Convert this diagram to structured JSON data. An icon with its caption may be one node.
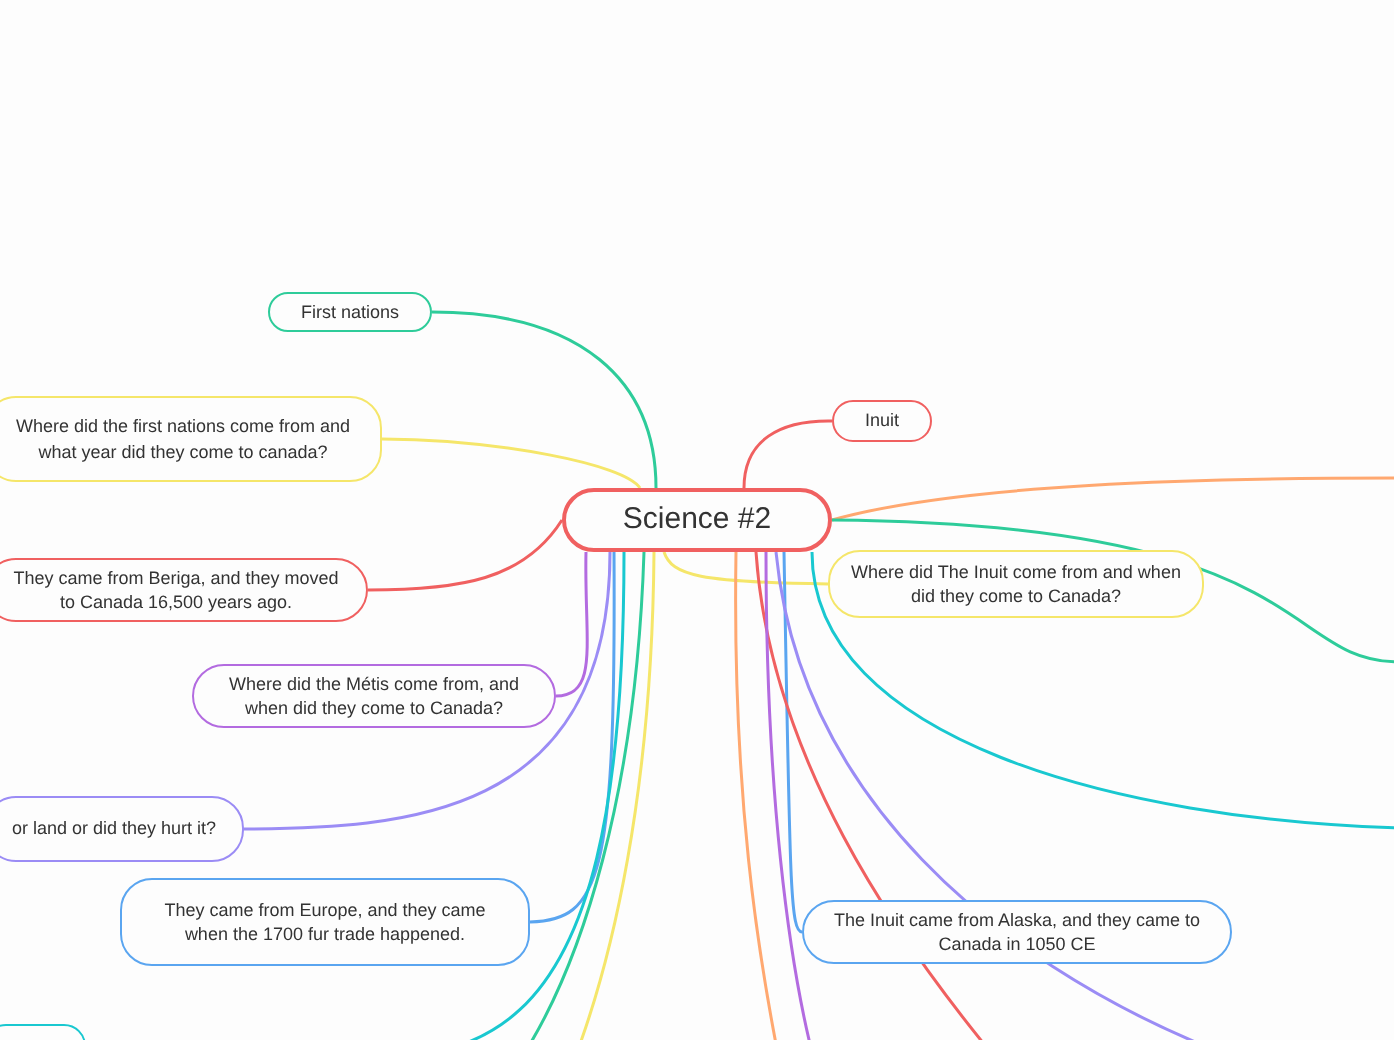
{
  "diagram": {
    "nodes": [
      {
        "text": [
          "Science #2"
        ]
      },
      {
        "text": [
          "First nations"
        ]
      },
      {
        "text": [
          "Where did the first nations come from and what year did they come to canada?"
        ]
      },
      {
        "text": [
          "They came from Beriga, and they moved to Canada 16,500 years ago."
        ]
      },
      {
        "text": [
          "Where did the Métis come from, and when did they come to Canada?"
        ]
      },
      {
        "text": [
          "or land or did they hurt it?"
        ]
      },
      {
        "text": [
          "They came from Europe, and they came when the 1700 fur trade happened."
        ]
      },
      {
        "text": [],
        "shape": "box"
      },
      {
        "text": [
          "Inuit"
        ]
      },
      {
        "text": [
          "Where did The Inuit come from and when did they come to Canada?"
        ]
      },
      {
        "text": [
          "The Inuit came from Alaska, and they came to Canada in 1050 CE"
        ]
      }
    ],
    "edges": [
      {
        "from": 0,
        "to": 1,
        "arrow": "none",
        "color": "#2ecc9a"
      },
      {
        "from": 0,
        "to": 2,
        "arrow": "none",
        "color": "#f5e66a"
      },
      {
        "from": 0,
        "to": 3,
        "arrow": "none",
        "color": "#f06060"
      },
      {
        "from": 0,
        "to": 4,
        "arrow": "none",
        "color": "#b36be0"
      },
      {
        "from": 0,
        "to": 5,
        "arrow": "none",
        "color": "#9b8cf5"
      },
      {
        "from": 0,
        "to": 6,
        "arrow": "none",
        "color": "#5aa5f0"
      },
      {
        "from": 0,
        "to": 7,
        "arrow": "none",
        "color": "#19c8d0"
      },
      {
        "from": 0,
        "to": 8,
        "arrow": "none",
        "color": "#f06060"
      },
      {
        "from": 0,
        "to": 9,
        "arrow": "none",
        "color": "#f5e66a"
      },
      {
        "from": 0,
        "to": 10,
        "arrow": "none",
        "color": "#5aa5f0"
      },
      {
        "from": 0,
        "to": null,
        "arrow": "none",
        "color": "#ffa870"
      },
      {
        "from": 0,
        "to": null,
        "arrow": "none",
        "color": "#2ecc9a"
      },
      {
        "from": 0,
        "to": null,
        "arrow": "none",
        "color": "#19c8d0"
      },
      {
        "from": 0,
        "to": null,
        "arrow": "none",
        "color": "#9b8cf5"
      },
      {
        "from": 0,
        "to": null,
        "arrow": "none",
        "color": "#f06060"
      },
      {
        "from": 0,
        "to": null,
        "arrow": "none",
        "color": "#b36be0"
      },
      {
        "from": 0,
        "to": null,
        "arrow": "none",
        "color": "#ffa870"
      },
      {
        "from": 0,
        "to": null,
        "arrow": "none",
        "color": "#2ecc9a"
      },
      {
        "from": 0,
        "to": null,
        "arrow": "none",
        "color": "#f5e66a"
      }
    ]
  }
}
